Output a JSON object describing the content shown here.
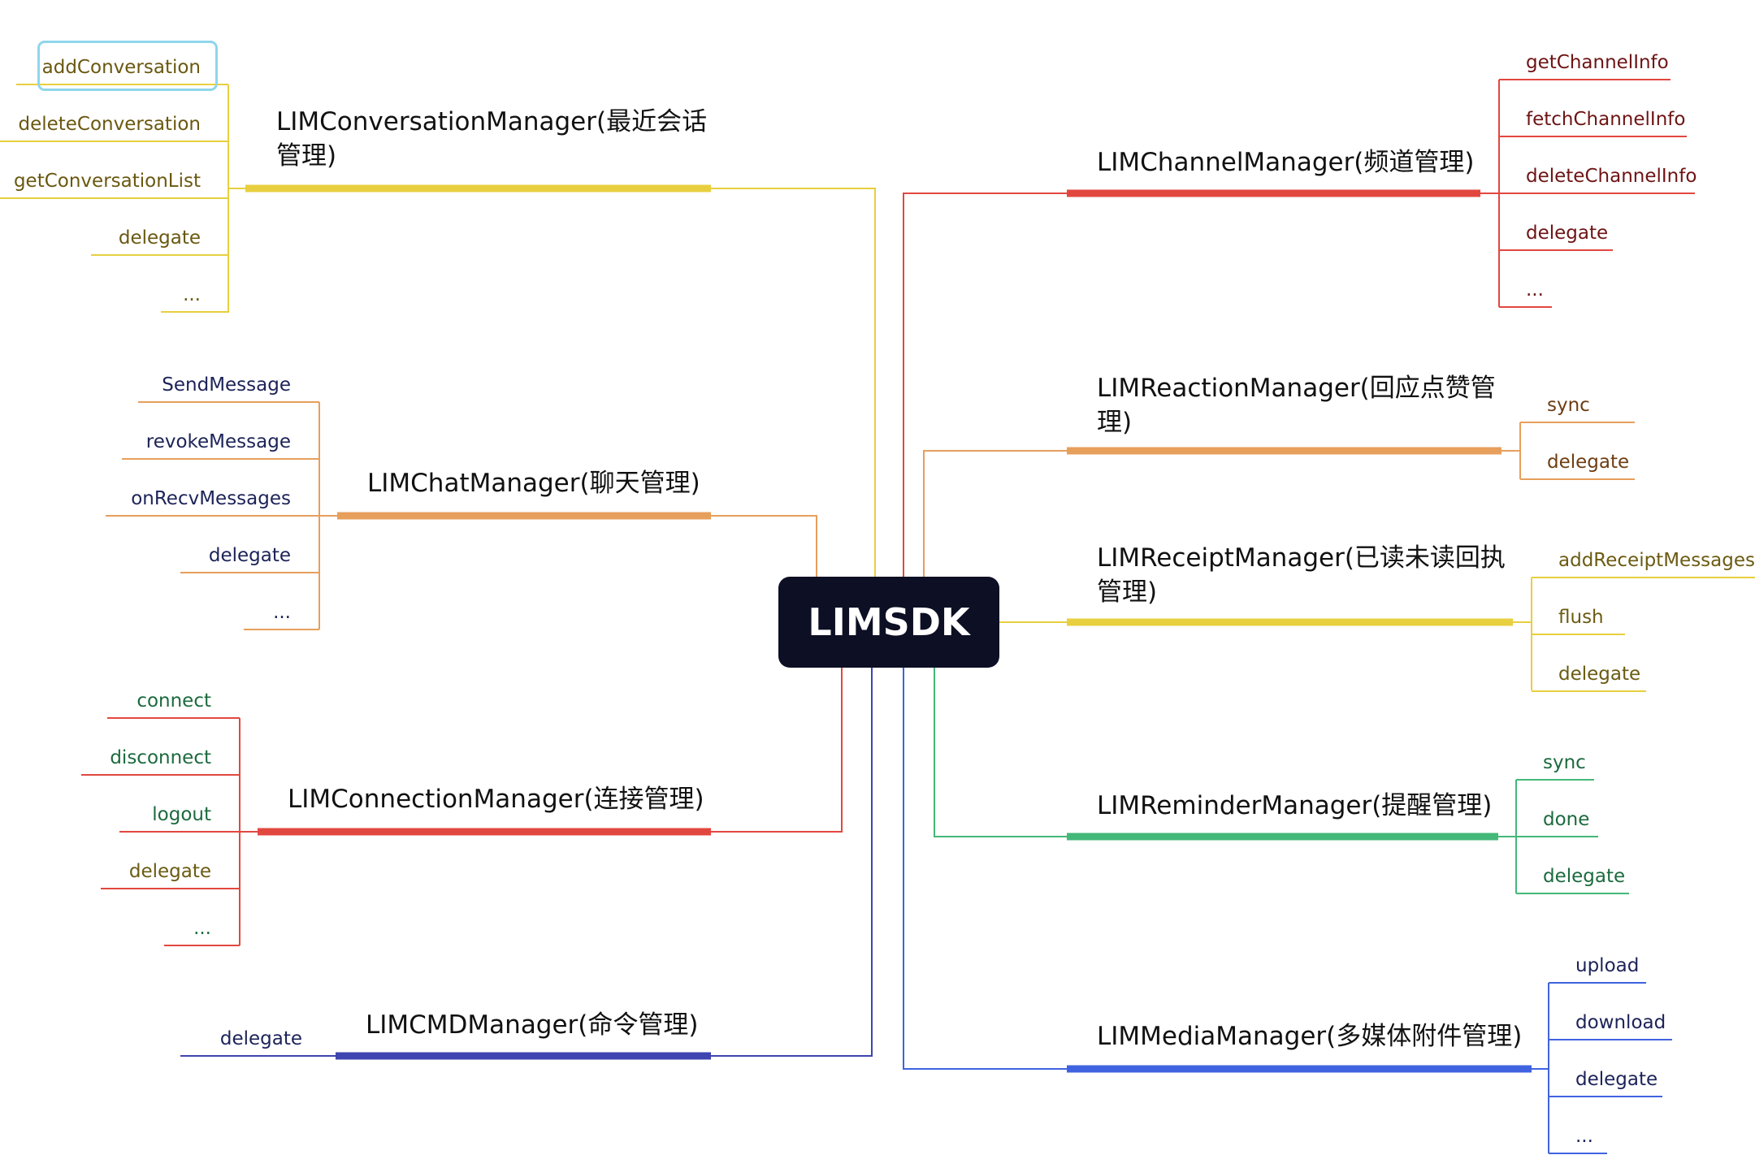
{
  "root": {
    "label": "LIMSDK"
  },
  "colors": {
    "yellow": "#e8cf3f",
    "orange": "#e79f5c",
    "red": "#e2473f",
    "green": "#44b878",
    "indigo": "#3e44b0",
    "blue": "#3f63e0",
    "text_yellow": "#6a5810",
    "text_navy": "#1c2358",
    "text_green": "#1c6a3e",
    "text_darkred": "#6e1414",
    "text_orange": "#6e3d12",
    "text_olive": "#6b5b12",
    "selection": "#8fd6ec"
  },
  "branches": [
    {
      "id": "conversation",
      "label": "LIMConversationManager(最近会话\n管理)",
      "color_key": "yellow",
      "text_key": "text_yellow",
      "side": "left",
      "items": [
        "addConversation",
        "deleteConversation",
        "getConversationList",
        "delegate",
        "..."
      ],
      "selected_item": 0
    },
    {
      "id": "chat",
      "label": "LIMChatManager(聊天管理)",
      "color_key": "orange",
      "text_key": "text_navy",
      "side": "left",
      "items": [
        "SendMessage",
        "revokeMessage",
        "onRecvMessages",
        "delegate",
        "..."
      ]
    },
    {
      "id": "connection",
      "label": "LIMConnectionManager(连接管理)",
      "color_key": "red",
      "text_key": "text_green",
      "side": "left",
      "items": [
        "connect",
        "disconnect",
        "logout",
        "delegate",
        "..."
      ],
      "item_text_overrides": {
        "3": "text_olive"
      }
    },
    {
      "id": "cmd",
      "label": "LIMCMDManager(命令管理)",
      "color_key": "indigo",
      "text_key": "text_navy",
      "side": "left",
      "items": [
        "delegate"
      ]
    },
    {
      "id": "channel",
      "label": "LIMChannelManager(频道管理)",
      "color_key": "red",
      "text_key": "text_darkred",
      "side": "right",
      "items": [
        "getChannelInfo",
        "fetchChannelInfo",
        "deleteChannelInfo",
        "delegate",
        "..."
      ]
    },
    {
      "id": "reaction",
      "label": "LIMReactionManager(回应点赞管\n理)",
      "color_key": "orange",
      "text_key": "text_orange",
      "side": "right",
      "items": [
        "sync",
        "delegate"
      ]
    },
    {
      "id": "receipt",
      "label": "LIMReceiptManager(已读未读回执\n管理)",
      "color_key": "yellow",
      "text_key": "text_olive",
      "side": "right",
      "items": [
        "addReceiptMessages",
        "flush",
        "delegate"
      ]
    },
    {
      "id": "reminder",
      "label": "LIMReminderManager(提醒管理)",
      "color_key": "green",
      "text_key": "text_green",
      "side": "right",
      "items": [
        "sync",
        "done",
        "delegate"
      ]
    },
    {
      "id": "media",
      "label": "LIMMediaManager(多媒体附件管理)",
      "color_key": "blue",
      "text_key": "text_navy",
      "side": "right",
      "items": [
        "upload",
        "download",
        "delegate",
        "..."
      ]
    }
  ]
}
